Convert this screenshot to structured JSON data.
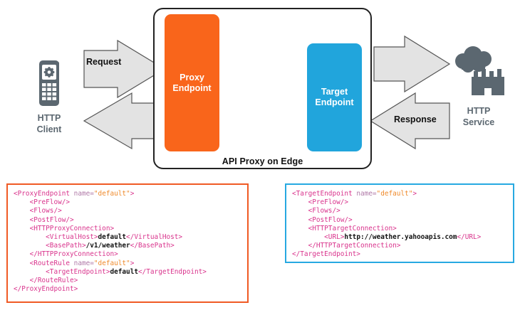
{
  "diagram": {
    "title": "API Proxy on Edge",
    "outer_box_label": "API Proxy on Edge",
    "nodes": [
      {
        "id": "http-client",
        "label_line1": "HTTP",
        "label_line2": "Client",
        "icon": "mobile-phone-gear-icon",
        "color": "#5b6770"
      },
      {
        "id": "proxy-endpoint",
        "label_line1": "Proxy",
        "label_line2": "Endpoint",
        "color": "#f9651b"
      },
      {
        "id": "target-endpoint",
        "label_line1": "Target",
        "label_line2": "Endpoint",
        "color": "#21a5dc"
      },
      {
        "id": "http-service",
        "label_line1": "HTTP",
        "label_line2": "Service",
        "icon": "cloud-factory-icon",
        "color": "#5b6770"
      }
    ],
    "flow_labels": {
      "request": "Request",
      "response": "Response"
    },
    "arrow_fill": "#e3e3e3",
    "arrow_stroke": "#555555"
  },
  "code_blocks": {
    "proxy": {
      "border_color": "#f05a24",
      "lines": [
        [
          {
            "t": "tag",
            "s": "<ProxyEndpoint "
          },
          {
            "t": "attr",
            "s": "name="
          },
          {
            "t": "val",
            "s": "\"default\""
          },
          {
            "t": "tag",
            "s": ">"
          }
        ],
        [
          {
            "t": "plain",
            "s": "    "
          },
          {
            "t": "tag",
            "s": "<PreFlow/>"
          }
        ],
        [
          {
            "t": "plain",
            "s": "    "
          },
          {
            "t": "tag",
            "s": "<Flows/>"
          }
        ],
        [
          {
            "t": "plain",
            "s": "    "
          },
          {
            "t": "tag",
            "s": "<PostFlow/>"
          }
        ],
        [
          {
            "t": "plain",
            "s": "    "
          },
          {
            "t": "tag",
            "s": "<HTTPProxyConnection>"
          }
        ],
        [
          {
            "t": "plain",
            "s": "        "
          },
          {
            "t": "tag",
            "s": "<VirtualHost>"
          },
          {
            "t": "txt",
            "s": "default"
          },
          {
            "t": "tag",
            "s": "</VirtualHost>"
          }
        ],
        [
          {
            "t": "plain",
            "s": "        "
          },
          {
            "t": "tag",
            "s": "<BasePath>"
          },
          {
            "t": "txt",
            "s": "/v1/weather"
          },
          {
            "t": "tag",
            "s": "</BasePath>"
          }
        ],
        [
          {
            "t": "plain",
            "s": "    "
          },
          {
            "t": "tag",
            "s": "</HTTPProxyConnection>"
          }
        ],
        [
          {
            "t": "plain",
            "s": "    "
          },
          {
            "t": "tag",
            "s": "<RouteRule "
          },
          {
            "t": "attr",
            "s": "name="
          },
          {
            "t": "val",
            "s": "\"default\""
          },
          {
            "t": "tag",
            "s": ">"
          }
        ],
        [
          {
            "t": "plain",
            "s": "        "
          },
          {
            "t": "tag",
            "s": "<TargetEndpoint>"
          },
          {
            "t": "txt",
            "s": "default"
          },
          {
            "t": "tag",
            "s": "</TargetEndpoint>"
          }
        ],
        [
          {
            "t": "plain",
            "s": "    "
          },
          {
            "t": "tag",
            "s": "</RouteRule>"
          }
        ],
        [
          {
            "t": "tag",
            "s": "</ProxyEndpoint>"
          }
        ]
      ]
    },
    "target": {
      "border_color": "#27a9e1",
      "lines": [
        [
          {
            "t": "tag",
            "s": "<TargetEndpoint "
          },
          {
            "t": "attr",
            "s": "name="
          },
          {
            "t": "val",
            "s": "\"default\""
          },
          {
            "t": "tag",
            "s": ">"
          }
        ],
        [
          {
            "t": "plain",
            "s": "    "
          },
          {
            "t": "tag",
            "s": "<PreFlow/>"
          }
        ],
        [
          {
            "t": "plain",
            "s": "    "
          },
          {
            "t": "tag",
            "s": "<Flows/>"
          }
        ],
        [
          {
            "t": "plain",
            "s": "    "
          },
          {
            "t": "tag",
            "s": "<PostFlow/>"
          }
        ],
        [
          {
            "t": "plain",
            "s": "    "
          },
          {
            "t": "tag",
            "s": "<HTTPTargetConnection>"
          }
        ],
        [
          {
            "t": "plain",
            "s": "        "
          },
          {
            "t": "tag",
            "s": "<URL>"
          },
          {
            "t": "txt",
            "s": "http://weather.yahooapis.com"
          },
          {
            "t": "tag",
            "s": "</URL>"
          }
        ],
        [
          {
            "t": "plain",
            "s": "    "
          },
          {
            "t": "tag",
            "s": "</HTTPTargetConnection>"
          }
        ],
        [
          {
            "t": "tag",
            "s": "</TargetEndpoint>"
          }
        ]
      ]
    }
  }
}
